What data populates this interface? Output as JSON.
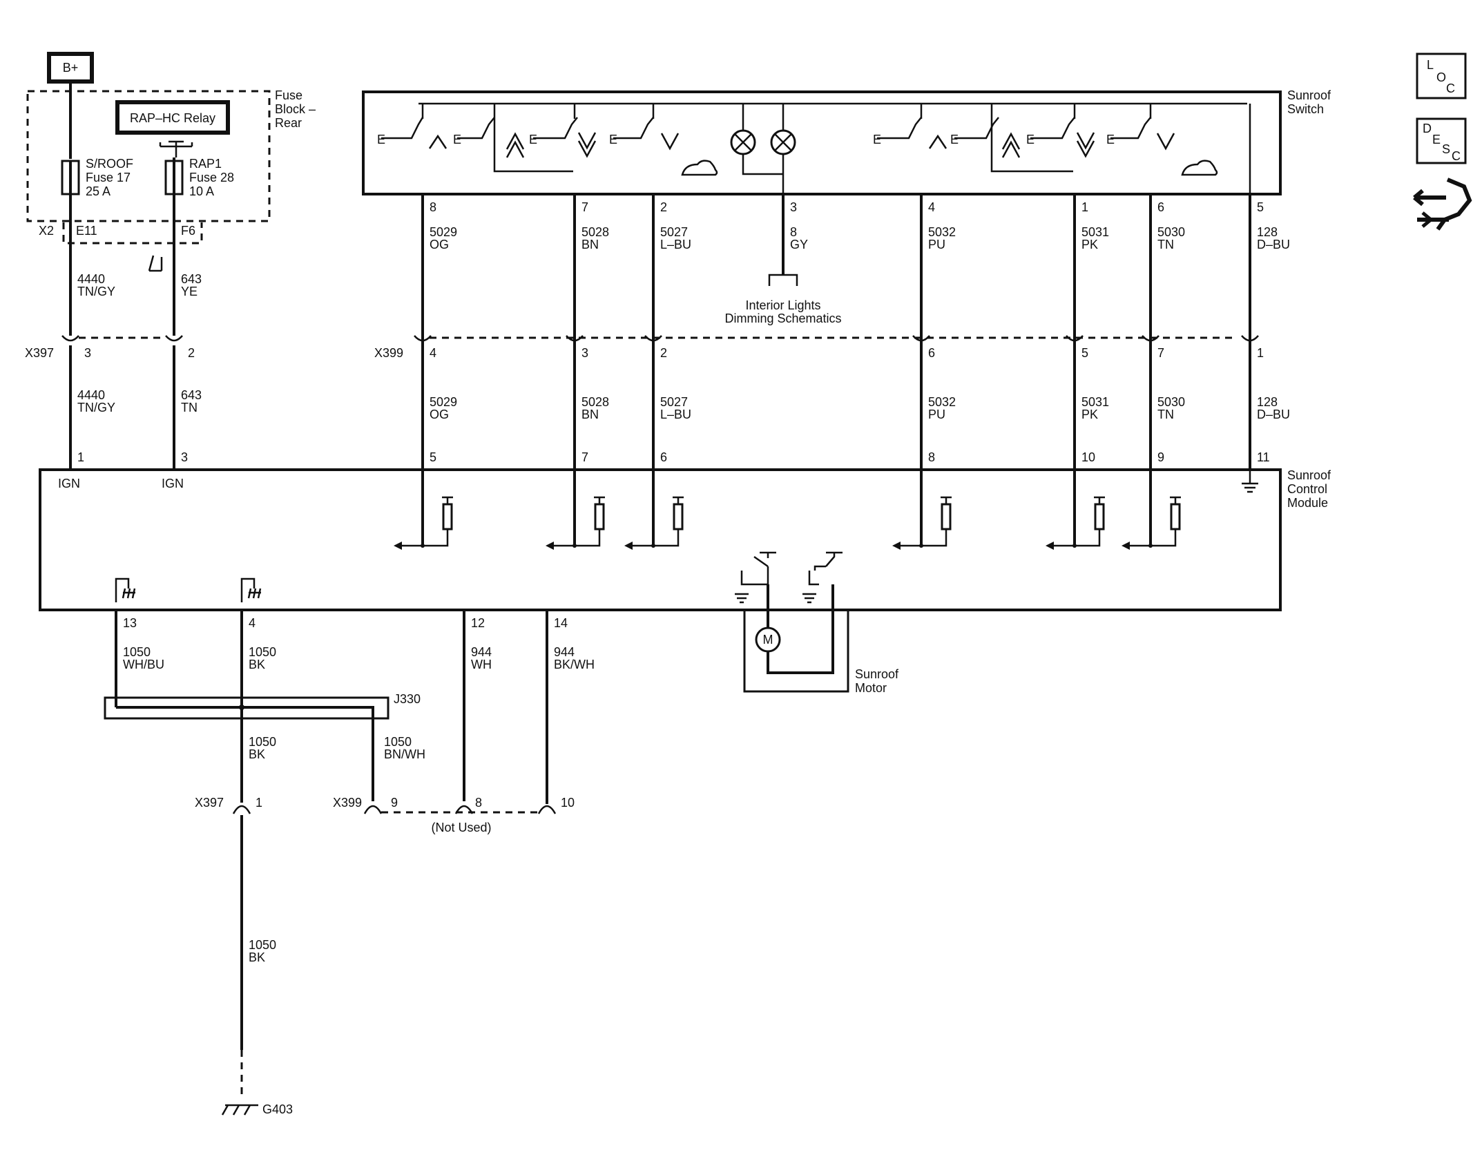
{
  "battery": "B+",
  "fuse_block": {
    "title_line1": "Fuse",
    "title_line2": "Block –",
    "title_line3": "Rear"
  },
  "relay": "RAP–HC Relay",
  "fuses": [
    {
      "name": "S/ROOF",
      "number": "Fuse 17",
      "rating": "25 A",
      "term": "E11"
    },
    {
      "name": "RAP1",
      "number": "Fuse 28",
      "rating": "10 A",
      "term": "F6"
    }
  ],
  "connector_x2": "X2",
  "feed_wires_top": [
    {
      "circuit": "4440",
      "color": "TN/GY"
    },
    {
      "circuit": "643",
      "color": "YE"
    }
  ],
  "x397_top": {
    "name": "X397",
    "pins": [
      "3",
      "2"
    ]
  },
  "feed_wires_bottom": [
    {
      "circuit": "4440",
      "color": "TN/GY",
      "scm_pin": "1",
      "scm_label": "IGN"
    },
    {
      "circuit": "643",
      "color": "TN",
      "scm_pin": "3",
      "scm_label": "IGN"
    }
  ],
  "switch": {
    "title_line1": "Sunroof",
    "title_line2": "Switch"
  },
  "switch_wires": [
    {
      "sw_pin": "8",
      "circuit": "5029",
      "color": "OG",
      "x399_pin": "4",
      "scm_pin": "5"
    },
    {
      "sw_pin": "7",
      "circuit": "5028",
      "color": "BN",
      "x399_pin": "3",
      "scm_pin": "7"
    },
    {
      "sw_pin": "2",
      "circuit": "5027",
      "color": "L–BU",
      "x399_pin": "2",
      "scm_pin": "6"
    },
    {
      "sw_pin": "4",
      "circuit": "5032",
      "color": "PU",
      "x399_pin": "6",
      "scm_pin": "8"
    },
    {
      "sw_pin": "1",
      "circuit": "5031",
      "color": "PK",
      "x399_pin": "5",
      "scm_pin": "10"
    },
    {
      "sw_pin": "6",
      "circuit": "5030",
      "color": "TN",
      "x399_pin": "7",
      "scm_pin": "9"
    },
    {
      "sw_pin": "5",
      "circuit": "128",
      "color": "D–BU",
      "x399_pin": "1",
      "scm_pin": "11"
    }
  ],
  "lamp_wire": {
    "sw_pin": "3",
    "circuit": "8",
    "color": "GY"
  },
  "interior_lights": {
    "line1": "Interior Lights",
    "line2": "Dimming Schematics"
  },
  "x399_name": "X399",
  "scm": {
    "title_line1": "Sunroof",
    "title_line2": "Control",
    "title_line3": "Module"
  },
  "scm_bottom_wires": [
    {
      "pin": "13",
      "circuit": "1050",
      "color": "WH/BU"
    },
    {
      "pin": "4",
      "circuit": "1050",
      "color": "BK"
    },
    {
      "pin": "12",
      "circuit": "944",
      "color": "WH"
    },
    {
      "pin": "14",
      "circuit": "944",
      "color": "BK/WH"
    }
  ],
  "motor": {
    "symbol": "M",
    "line1": "Sunroof",
    "line2": "Motor"
  },
  "splice": "J330",
  "splice_out": [
    {
      "circuit": "1050",
      "color": "BK"
    },
    {
      "circuit": "1050",
      "color": "BN/WH"
    }
  ],
  "x397_bottom": {
    "name": "X397",
    "pin": "1"
  },
  "x399_bottom": {
    "name": "X399",
    "pins": [
      "9",
      "8",
      "10"
    ]
  },
  "not_used": "(Not Used)",
  "ground_wire": {
    "circuit": "1050",
    "color": "BK"
  },
  "ground": "G403",
  "side_icons": {
    "loc": [
      "L",
      "O",
      "C"
    ],
    "desc": [
      "D",
      "E",
      "S",
      "C"
    ],
    "tool": "connector-tool-icon"
  }
}
